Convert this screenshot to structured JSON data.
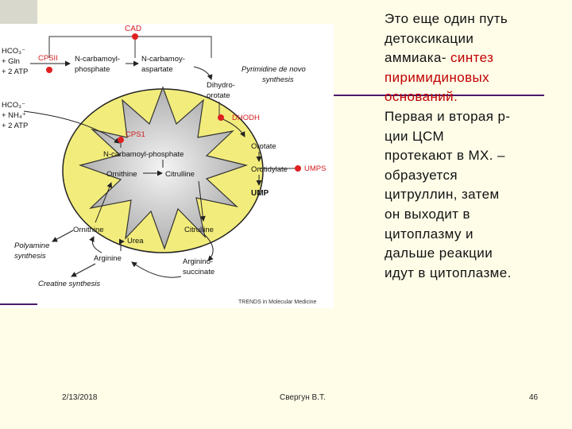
{
  "slide": {
    "text_lines": [
      {
        "text": "Это  еще один путь",
        "color": "black"
      },
      {
        "text": "детоксикации",
        "color": "black"
      },
      {
        "text": "аммиака- ",
        "color": "black",
        "suffix": "синтез",
        "suffix_color": "red"
      },
      {
        "text": "пиримидиновых",
        "color": "red"
      },
      {
        "text": "оснований.",
        "color": "red"
      },
      {
        "text": "Первая и вторая р-",
        "color": "black"
      },
      {
        "text": "ции ЦСМ",
        "color": "black"
      },
      {
        "text": "протекают в МХ. –",
        "color": "black"
      },
      {
        "text": "образуется",
        "color": "black"
      },
      {
        "text": "цитруллин, затем",
        "color": "black"
      },
      {
        "text": "он выходит в",
        "color": "black"
      },
      {
        "text": "цитоплазму и",
        "color": "black"
      },
      {
        "text": "дальше  реакции",
        "color": "black"
      },
      {
        "text": "идут в цитоплазме.",
        "color": "black"
      }
    ]
  },
  "footer": {
    "date": "2/13/2018",
    "author": "Свергун В.Т.",
    "page": "46"
  },
  "diagram": {
    "enzymes": {
      "cad": "CAD",
      "cpsii": "CPSII",
      "dhodh": "DHODH",
      "cps1": "CPS1",
      "umps": "UMPS"
    },
    "substrates_top": [
      "HCO₃⁻",
      "+ Gln",
      "+ 2 ATP"
    ],
    "substrates_mid": [
      "HCO₃⁻",
      "+ NH₄⁺",
      "+ 2 ATP"
    ],
    "metabolites": {
      "ncp_top": [
        "N-carbamoyl-",
        "phosphate"
      ],
      "nca": [
        "N-carbamoy-",
        "aspartate"
      ],
      "dihydroorotate": [
        "Dihydro-",
        "orotate"
      ],
      "orotate": "Orotate",
      "orotidylate": "Orotidylate",
      "ump": "UMP",
      "ncp_mito": "N-carbamoyl-phosphate",
      "ornithine_mito": "Ornithine",
      "citrulline_mito": "Citrulline",
      "ornithine_cyto": "Ornithine",
      "urea": "Urea",
      "citrulline_cyto": "Citrulline",
      "arginine": "Arginine",
      "argininosuccinate": [
        "Argininо-",
        "succinate"
      ]
    },
    "pathways": {
      "pyrimidine": [
        "Pyrimidine de novo",
        "synthesis"
      ],
      "polyamine": [
        "Polyamine",
        "synthesis"
      ],
      "creatine": "Creatine synthesis"
    },
    "credit": "TRENDS in Molecular Medicine",
    "colors": {
      "mito_outer": "#f2ec7c",
      "matrix": "#cfcfcf",
      "enzyme_dot": "#e02020",
      "enzyme_label": "#d02020"
    }
  }
}
